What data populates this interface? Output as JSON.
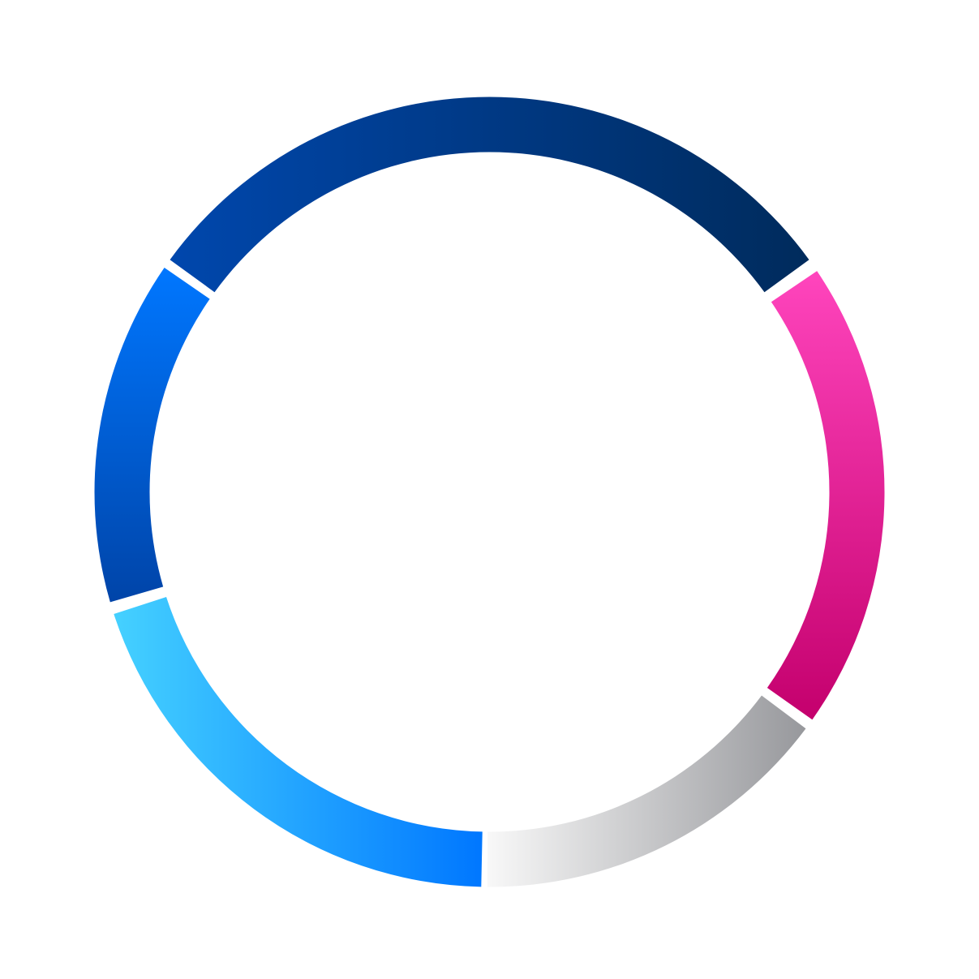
{
  "background": "#ffffff",
  "ring": {
    "segments": [
      {
        "id": "top",
        "gradient": [
          "#0047ad",
          "#002b5c"
        ],
        "gradient_direction": "horizontal"
      },
      {
        "id": "right",
        "gradient": [
          "#ff45bd",
          "#c4006d"
        ],
        "gradient_direction": "vertical"
      },
      {
        "id": "bottom-right",
        "gradient": [
          "#97989c",
          "#f8f8f8"
        ],
        "gradient_direction": "horizontal-reverse"
      },
      {
        "id": "bottom-left",
        "gradient": [
          "#45d1ff",
          "#0077ff"
        ],
        "gradient_direction": "horizontal"
      },
      {
        "id": "left",
        "gradient": [
          "#0077ff",
          "#0044a8"
        ],
        "gradient_direction": "vertical"
      }
    ]
  }
}
